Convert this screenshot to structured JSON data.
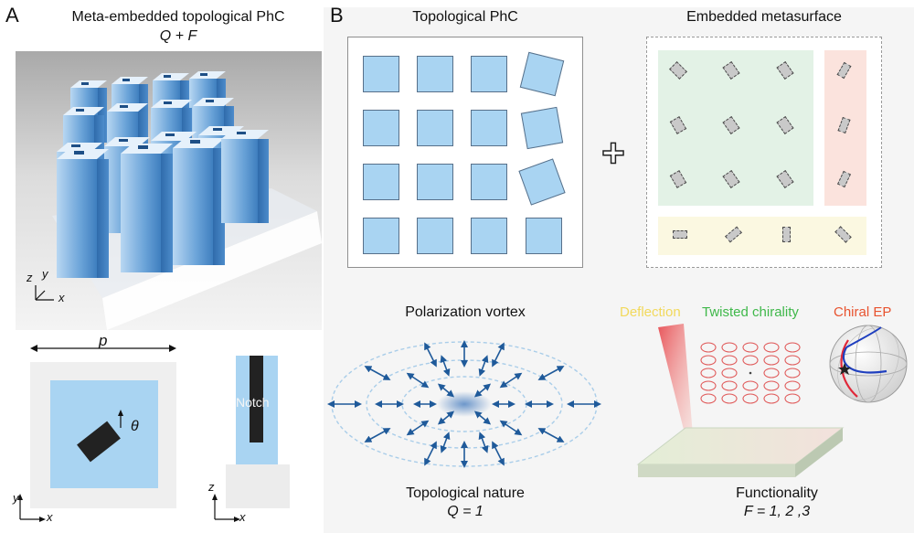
{
  "panel_a": {
    "letter": "A",
    "title": "Meta-embedded topological PhC",
    "formula": "Q + F",
    "axis_3d": {
      "z": "z",
      "y": "y",
      "x": "x"
    },
    "unit_cell": {
      "period_label": "p",
      "angle_label": "θ",
      "axis_y": "y",
      "axis_x": "x"
    },
    "side_view": {
      "notch_label": "Notch",
      "axis_z": "z",
      "axis_x": "x"
    }
  },
  "panel_b": {
    "letter": "B",
    "phc_title": "Topological PhC",
    "meta_title": "Embedded metasurface",
    "plus_symbol": "+",
    "vortex_title": "Polarization vortex",
    "topological_nature": "Topological nature",
    "q_value": "Q = 1",
    "functionality": "Functionality",
    "f_value": "F = 1, 2 ,3",
    "functions": [
      {
        "label": "Deflection",
        "color": "#f2d95c"
      },
      {
        "label": "Twisted chirality",
        "color": "#3fb84a"
      },
      {
        "label": "Chiral EP",
        "color": "#e8532f"
      }
    ]
  },
  "colors": {
    "cell_blue": "#a9d4f2",
    "green_zone": "#e3f2e6",
    "pink_zone": "#fbe3dd",
    "yellow_zone": "#fbf8e1",
    "arrow_blue": "#1f5a9a"
  }
}
